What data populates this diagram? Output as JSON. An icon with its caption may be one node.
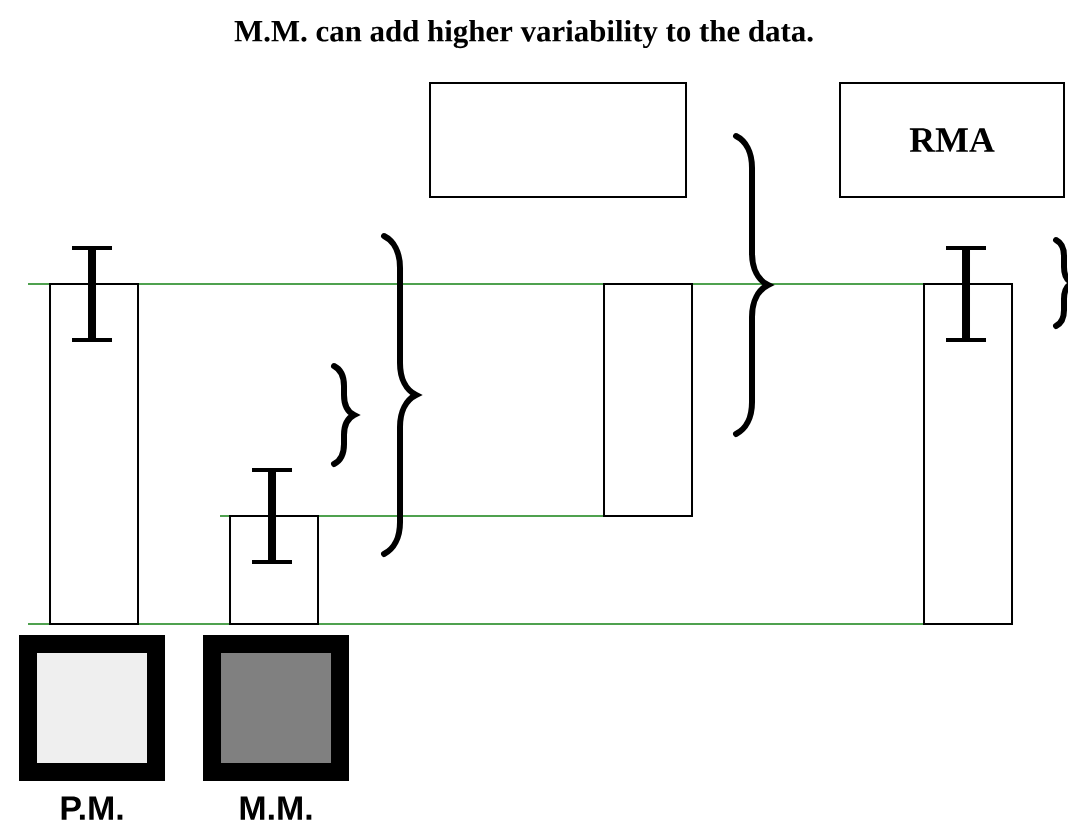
{
  "diagram": {
    "title": "M.M. can add higher variability to the data.",
    "nodes": [
      {
        "text": [],
        "shape": "box"
      },
      {
        "text": [
          "RMA"
        ]
      },
      {
        "text": [
          "P.M."
        ]
      },
      {
        "text": [
          "M.M."
        ]
      }
    ]
  }
}
